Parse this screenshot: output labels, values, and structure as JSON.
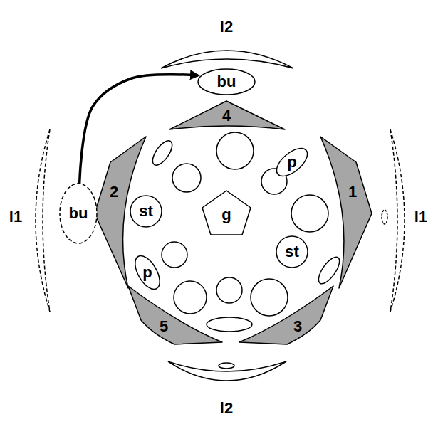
{
  "diagram": {
    "nodes": [
      {
        "text": [
          "bu"
        ]
      },
      {
        "text": [
          "4"
        ]
      },
      {
        "text": [
          "p"
        ]
      },
      {
        "text": [
          "2"
        ]
      },
      {
        "text": [
          "bu"
        ]
      },
      {
        "text": [
          "st"
        ]
      },
      {
        "text": [
          "g"
        ]
      },
      {
        "text": [
          "1"
        ]
      },
      {
        "text": [
          "st"
        ]
      },
      {
        "text": [
          "p"
        ]
      },
      {
        "text": [
          "5"
        ]
      },
      {
        "text": [
          "3"
        ]
      }
    ],
    "edges": [
      {
        "from": 4,
        "to": 0,
        "arrow": "to"
      }
    ],
    "labels": [
      "l2",
      "l1",
      "l1",
      "l2"
    ]
  }
}
